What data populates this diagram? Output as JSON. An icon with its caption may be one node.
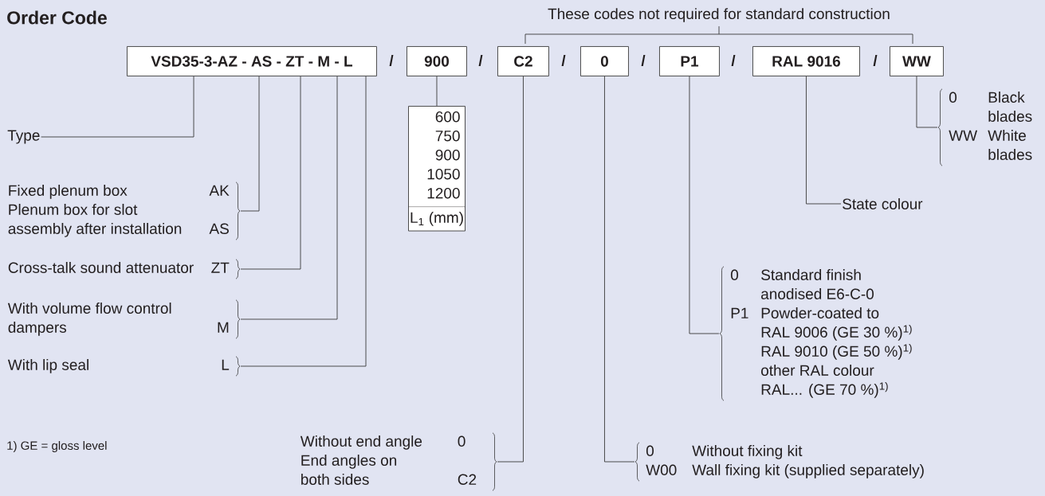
{
  "diagram": {
    "title": "Order Code",
    "nodes": [
      {
        "text": [
          "VSD35-3-AZ - AS - ZT - M - L"
        ]
      },
      {
        "text": [
          "900"
        ]
      },
      {
        "text": [
          "C2"
        ]
      },
      {
        "text": [
          "0"
        ]
      },
      {
        "text": [
          "P1"
        ]
      },
      {
        "text": [
          "RAL 9016"
        ]
      },
      {
        "text": [
          "WW"
        ]
      },
      {
        "text": [
          "Type"
        ]
      },
      {
        "text": [
          "Fixed plenum box",
          "AK",
          "Plenum box for slot assembly after installation",
          "AS"
        ]
      },
      {
        "text": [
          "Cross-talk sound attenuator",
          "ZT"
        ]
      },
      {
        "text": [
          "With volume flow control dampers",
          "M"
        ]
      },
      {
        "text": [
          "With lip seal",
          "L"
        ]
      },
      {
        "text": [
          "600",
          "750",
          "900",
          "1050",
          "1200",
          "L$_{1}$ (mm)"
        ]
      },
      {
        "text": [
          "Without end angle",
          "0",
          "End angles on both sides",
          "C2"
        ]
      },
      {
        "text": [
          "0",
          "Without fixing kit",
          "W00",
          "Wall fixing kit (supplied separately)"
        ]
      },
      {
        "text": [
          "0",
          "Standard finish anodised E6-C-0",
          "P1",
          "Powder-coated to",
          "RAL 9006 (GE 30 %)$^{1)}$",
          "RAL 9010 (GE 50 %)$^{1)}$",
          "other RAL colour",
          "RAL... (GE 70 %)$^{1)}$"
        ]
      },
      {
        "text": [
          "State colour"
        ]
      },
      {
        "text": [
          "0",
          "Black blades",
          "WW",
          "White blades"
        ]
      }
    ],
    "edges": [
      {
        "from": 0,
        "to": 7,
        "arrow": "none"
      },
      {
        "from": 0,
        "to": 8,
        "arrow": "none"
      },
      {
        "from": 0,
        "to": 9,
        "arrow": "none"
      },
      {
        "from": 0,
        "to": 10,
        "arrow": "none"
      },
      {
        "from": 0,
        "to": 11,
        "arrow": "none"
      },
      {
        "from": 1,
        "to": 12,
        "arrow": "none"
      },
      {
        "from": 2,
        "to": 13,
        "arrow": "none"
      },
      {
        "from": 3,
        "to": 14,
        "arrow": "none"
      },
      {
        "from": 4,
        "to": 15,
        "arrow": "none"
      },
      {
        "from": 5,
        "to": 16,
        "arrow": "none"
      },
      {
        "from": 6,
        "to": 17,
        "arrow": "none"
      }
    ],
    "labels": [
      "These codes not required for standard construction",
      "/",
      "/",
      "/",
      "/",
      "/",
      "/",
      "1) GE = gloss level"
    ]
  }
}
